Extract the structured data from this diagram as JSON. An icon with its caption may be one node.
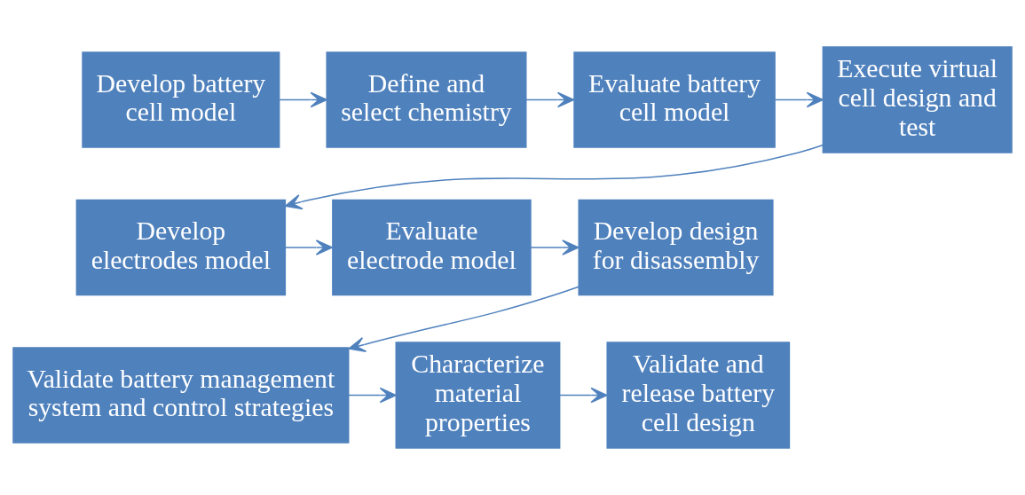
{
  "diagram": {
    "nodes": [
      {
        "text": [
          "Develop battery cell model"
        ]
      },
      {
        "text": [
          "Define and select chemistry"
        ]
      },
      {
        "text": [
          "Evaluate battery cell model"
        ]
      },
      {
        "text": [
          "Execute virtual cell design and test"
        ]
      },
      {
        "text": [
          "Develop electrodes model"
        ]
      },
      {
        "text": [
          "Evaluate electrode model"
        ]
      },
      {
        "text": [
          "Develop design for disassembly"
        ]
      },
      {
        "text": [
          "Validate battery management system and control strategies"
        ]
      },
      {
        "text": [
          "Characterize material properties"
        ]
      },
      {
        "text": [
          "Validate and release battery cell design"
        ]
      }
    ],
    "edges": [
      {
        "from": 0,
        "to": 1,
        "arrow": "to"
      },
      {
        "from": 1,
        "to": 2,
        "arrow": "to"
      },
      {
        "from": 2,
        "to": 3,
        "arrow": "to"
      },
      {
        "from": 3,
        "to": 4,
        "arrow": "to"
      },
      {
        "from": 4,
        "to": 5,
        "arrow": "to"
      },
      {
        "from": 5,
        "to": 6,
        "arrow": "to"
      },
      {
        "from": 6,
        "to": 7,
        "arrow": "to"
      },
      {
        "from": 7,
        "to": 8,
        "arrow": "to"
      },
      {
        "from": 8,
        "to": 9,
        "arrow": "to"
      }
    ]
  }
}
